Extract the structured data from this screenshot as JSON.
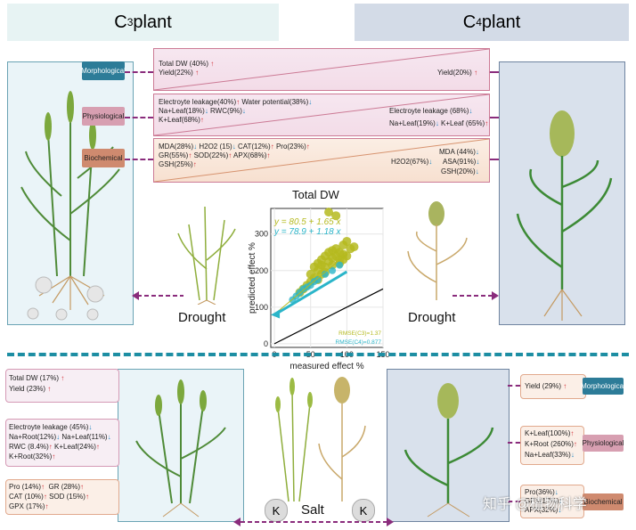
{
  "header": {
    "c3_prefix": "C",
    "c3_sub": "3",
    "c3_suffix": " plant",
    "c4_prefix": "C",
    "c4_sub": "4",
    "c4_suffix": " plant"
  },
  "tags": {
    "morphological": "Morphological",
    "physiological": "Physiological",
    "biochemical": "Biochemical"
  },
  "drought": {
    "morph_left": [
      "Total DW (40%)",
      "Yield(22%)"
    ],
    "morph_right": "Yield(20%)",
    "phys_left": [
      "Electroyte leakage(40%)",
      "Water potential(38%)",
      "Na+Leaf(18%)",
      "RWC(9%)",
      "K+Leaf(68%)"
    ],
    "phys_right": [
      "Electroyte leakage (68%)",
      "Na+Leaf(19%)",
      "K+Leaf (65%)"
    ],
    "bio_left": [
      "MDA(28%)",
      "H2O2 (15)",
      "CAT(12%)",
      "Pro(23%)",
      "GR(55%)",
      "SOD(22%)",
      "APX(68%)",
      "GSH(25%)"
    ],
    "bio_right": [
      "MDA (44%)",
      "H2O2(67%)",
      "ASA(91%)",
      "GSH(20%)"
    ],
    "label_left": "Drought",
    "label_right": "Drought"
  },
  "salt": {
    "left_morph": [
      "Total DW (17%)",
      "Yield (23%)"
    ],
    "left_phys": [
      "Electroyte leakage (45%)",
      "Na+Root(12%)",
      "Na+Leaf(11%)",
      "RWC (8.4%)",
      "K+Leaf(24%)",
      "K+Root(32%)"
    ],
    "left_bio": [
      "Pro (14%)",
      "GR (28%)",
      "CAT (10%)",
      "SOD (15%)",
      "GPX (17%)"
    ],
    "right_morph": "Yield (29%)",
    "right_phys": [
      "K+Leaf(100%)",
      "K+Root (260%)",
      "Na+Leaf(33%)"
    ],
    "right_bio": [
      "Pro(36%)",
      "GPX(17%)",
      "APX(32%)"
    ],
    "label": "Salt",
    "k": "K"
  },
  "chart_data": {
    "type": "scatter",
    "title": "Total DW",
    "xlabel": "measured effect %",
    "ylabel": "predicted effect %",
    "xlim": [
      -5,
      150
    ],
    "ylim": [
      -10,
      370
    ],
    "xticks": [
      0,
      50,
      100,
      150
    ],
    "yticks": [
      0,
      100,
      200,
      300
    ],
    "fit_c3": "y = 80.5 + 1.65 x",
    "fit_c4": "y = 78.9 + 1.18 x",
    "rmse_c3": "RMSE(C3)=1.37",
    "rmse_c4": "RMSE(C4)=0.877",
    "colors": {
      "c3": "#b5ba1f",
      "c4": "#2bb5c9"
    },
    "points_c3": [
      [
        55,
        210
      ],
      [
        60,
        220
      ],
      [
        65,
        230
      ],
      [
        70,
        240
      ],
      [
        75,
        250
      ],
      [
        80,
        255
      ],
      [
        85,
        260
      ],
      [
        90,
        250
      ],
      [
        95,
        270
      ],
      [
        100,
        280
      ],
      [
        60,
        200
      ],
      [
        70,
        210
      ],
      [
        75,
        225
      ],
      [
        80,
        235
      ],
      [
        85,
        240
      ],
      [
        90,
        230
      ],
      [
        95,
        245
      ],
      [
        65,
        190
      ],
      [
        55,
        180
      ],
      [
        50,
        170
      ],
      [
        45,
        160
      ],
      [
        60,
        175
      ],
      [
        70,
        195
      ],
      [
        80,
        215
      ],
      [
        90,
        220
      ],
      [
        100,
        240
      ],
      [
        105,
        260
      ],
      [
        110,
        265
      ],
      [
        40,
        150
      ],
      [
        75,
        360
      ],
      [
        85,
        350
      ],
      [
        35,
        140
      ],
      [
        50,
        190
      ],
      [
        65,
        215
      ],
      [
        95,
        230
      ]
    ],
    "points_c4": [
      [
        25,
        120
      ],
      [
        30,
        130
      ],
      [
        35,
        140
      ],
      [
        40,
        150
      ],
      [
        45,
        155
      ],
      [
        50,
        160
      ],
      [
        55,
        170
      ],
      [
        60,
        175
      ],
      [
        70,
        190
      ],
      [
        80,
        200
      ],
      [
        90,
        215
      ]
    ],
    "identity": [
      [
        0,
        0
      ],
      [
        150,
        150
      ]
    ]
  },
  "watermark": "知乎 @植物科学"
}
